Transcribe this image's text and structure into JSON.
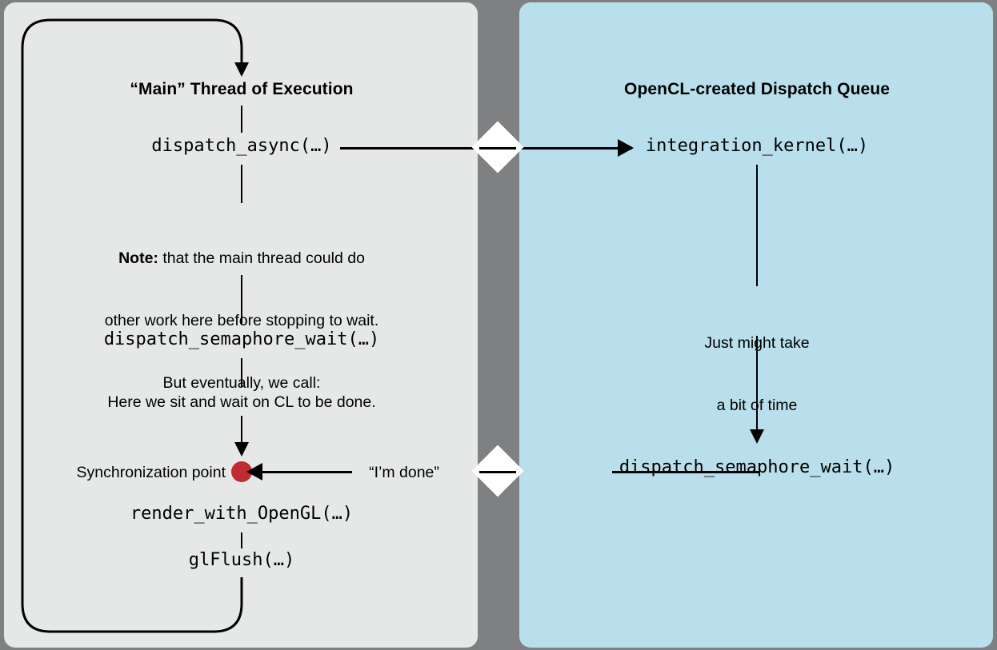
{
  "diagram": {
    "title_left": "“Main” Thread of Execution",
    "title_right": "OpenCL-created Dispatch Queue",
    "colors": {
      "left_panel_bg": "#e6e7e7",
      "right_panel_bg": "#b8dfeb",
      "divider_bg": "#7f8081",
      "sync_point": "#bf2b30",
      "line": "#000000",
      "diamond": "#ffffff"
    }
  },
  "left_panel": {
    "header": "“Main” Thread of Execution",
    "steps": [
      {
        "label": "dispatch_async(…)",
        "kind": "code"
      },
      {
        "label": "dispatch_semaphore_wait(…)",
        "kind": "code"
      },
      {
        "label": "Synchronization point",
        "kind": "plain"
      },
      {
        "label": "render_with_OpenGL(…)",
        "kind": "code"
      },
      {
        "label": "glFlush(…)",
        "kind": "code"
      }
    ],
    "note_bold": "Note:",
    "note_line1_rest": " that the main thread could do",
    "note_line2": "other work here before stopping to wait.",
    "note_line3": "But eventually, we call:",
    "wait_caption": "Here we sit and wait on CL to be done."
  },
  "right_panel": {
    "header": "OpenCL-created Dispatch Queue",
    "steps": [
      {
        "label": "integration_kernel(…)",
        "kind": "code"
      },
      {
        "label": "dispatch_semaphore_wait(…)",
        "kind": "code"
      }
    ],
    "duration_line1": "Just might take",
    "duration_line2": "a bit of time"
  },
  "messages": {
    "done": "“I’m done”"
  }
}
